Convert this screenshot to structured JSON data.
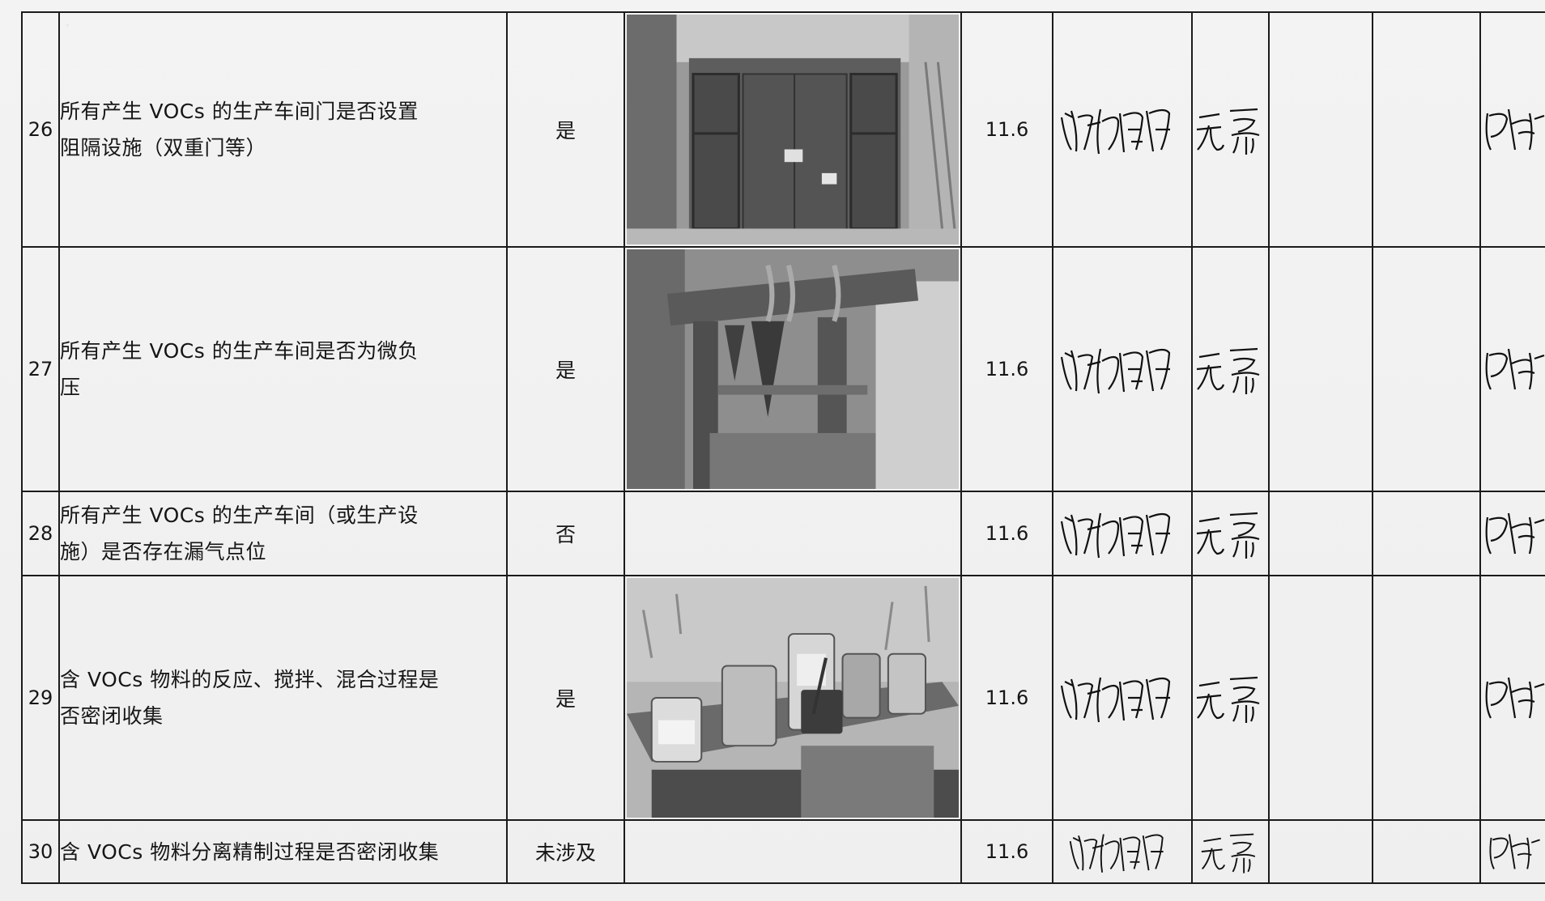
{
  "rows": [
    {
      "no": "26",
      "item_line1": "所有产生 VOCs 的生产车间门是否设置",
      "item_line2": "阻隔设施（双重门等）",
      "result": "是",
      "photo_icon": "workshop-double-door-photo",
      "date": "11.6",
      "signature_inspector": "陈淮阳",
      "signature_remark": "无需",
      "signature_confirm": "包承行"
    },
    {
      "no": "27",
      "item_line1": "所有产生 VOCs 的生产车间是否为微负",
      "item_line2": "压",
      "result": "是",
      "photo_icon": "workshop-booth-photo",
      "date": "11.6",
      "signature_inspector": "陈淮阳",
      "signature_remark": "无需",
      "signature_confirm": "包承行"
    },
    {
      "no": "28",
      "item_line1": "所有产生 VOCs 的生产车间（或生产设",
      "item_line2": "施）是否存在漏气点位",
      "result": "否",
      "photo_icon": "",
      "date": "11.6",
      "signature_inspector": "陈淮阳",
      "signature_remark": "无需",
      "signature_confirm": "包承行"
    },
    {
      "no": "29",
      "item_line1": "含 VOCs 物料的反应、搅拌、混合过程是",
      "item_line2": "否密闭收集",
      "result": "是",
      "photo_icon": "paint-cans-photo",
      "date": "11.6",
      "signature_inspector": "陈淮阳",
      "signature_remark": "无需",
      "signature_confirm": "包承行"
    },
    {
      "no": "30",
      "item_line1": "含 VOCs 物料分离精制过程是否密闭收集",
      "item_line2": "",
      "result": "未涉及",
      "photo_icon": "",
      "date": "11.6",
      "signature_inspector": "陈淮阳",
      "signature_remark": "无需",
      "signature_confirm": "包承行"
    }
  ]
}
